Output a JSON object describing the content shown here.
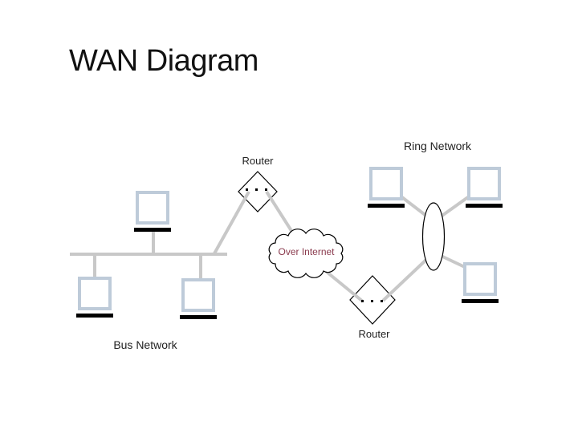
{
  "slide": {
    "title": "WAN Diagram"
  },
  "diagram": {
    "labels": {
      "ring_network": "Ring Network",
      "bus_network": "Bus Network",
      "router_top": "Router",
      "router_bottom": "Router",
      "cloud": "Over Internet"
    },
    "colors": {
      "background": "#ffffff",
      "computer_border": "#becbd9",
      "connector_gray": "#c8c8c8",
      "shape_outline": "#000000",
      "cloud_text": "#8a3a4d",
      "label_text": "#222222",
      "title_text": "#111111"
    },
    "structure": {
      "bus_network_computers": 3,
      "ring_network_computers": 3,
      "routers": 2,
      "clouds": 1
    }
  }
}
